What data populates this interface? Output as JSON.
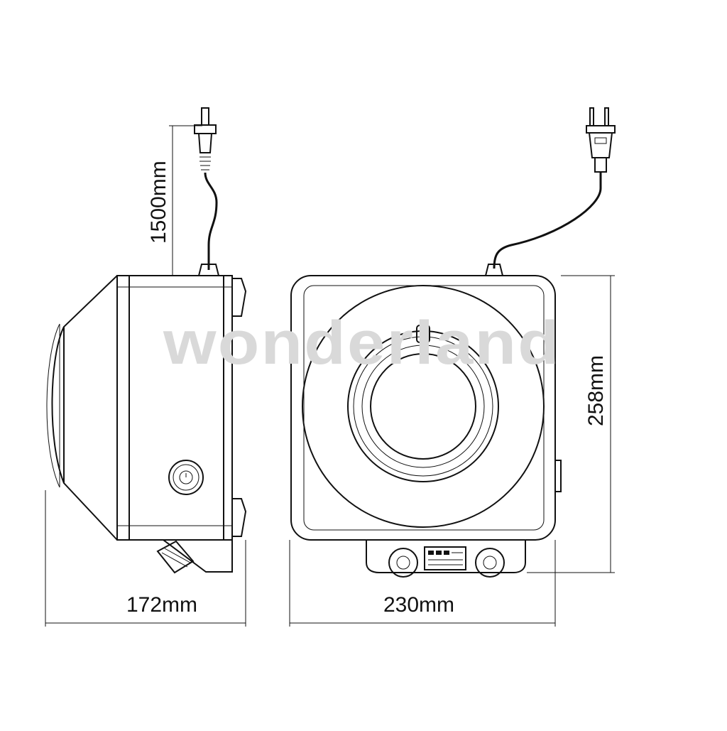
{
  "dimensions": {
    "cord_length": "1500mm",
    "side_depth": "172mm",
    "front_width": "230mm",
    "front_height": "258mm"
  },
  "watermark": "wonderland"
}
